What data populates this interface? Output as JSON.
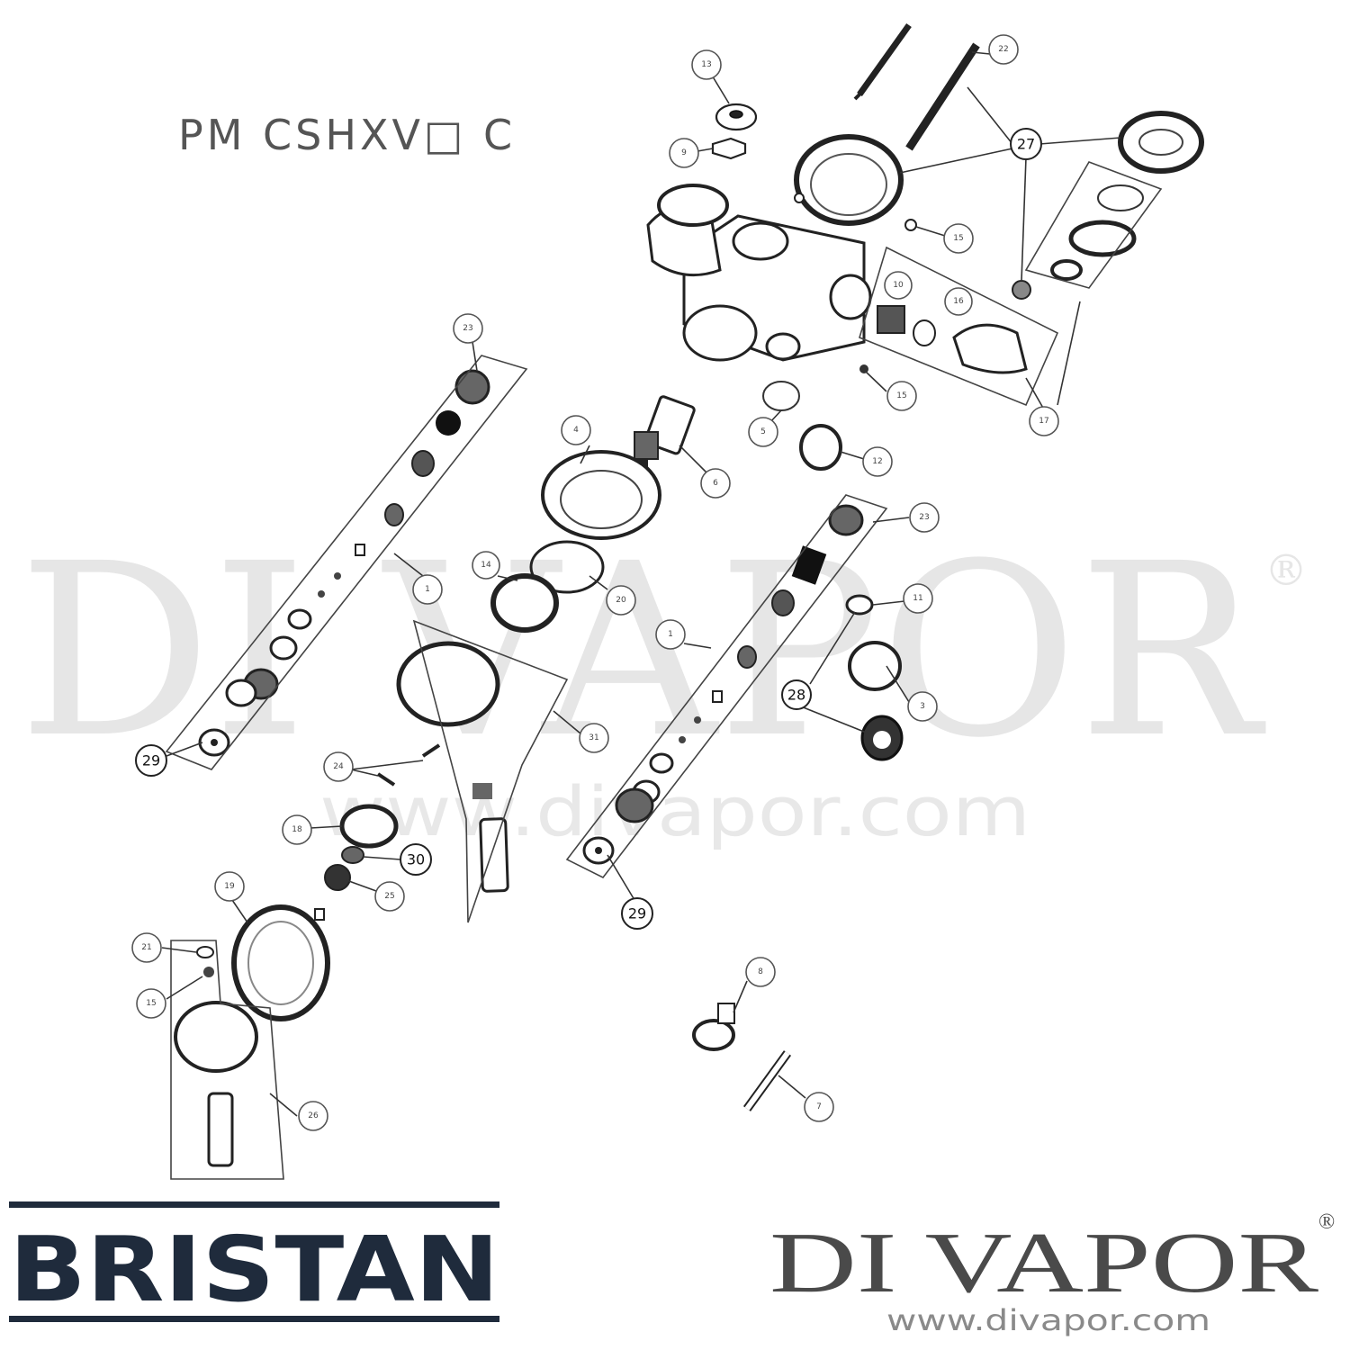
{
  "model_code": "PM CSHXV□ C",
  "brand_logo": "BRISTAN",
  "watermark": {
    "main": "DI VAPOR",
    "registered": "®",
    "url": "www.divapor.com"
  },
  "seller_logo": {
    "name": "DI VAPOR",
    "registered": "®",
    "url": "www.divapor.com"
  },
  "colors": {
    "brand_navy": "#1f2b3c",
    "seller_grey": "#4a4a4a",
    "watermark_grey": "#e6e6e6"
  },
  "callouts": {
    "c22": "22",
    "c13": "13",
    "c9": "9",
    "c27": "27",
    "c15a": "15",
    "c10": "10",
    "c16": "16",
    "c15b": "15",
    "c17": "17",
    "c23a": "23",
    "c4": "4",
    "c6": "6",
    "c5": "5",
    "c12": "12",
    "c23b": "23",
    "c14": "14",
    "c20": "20",
    "c1a": "1",
    "c11": "11",
    "c1b": "1",
    "c28": "28",
    "c3": "3",
    "c29a": "29",
    "c31": "31",
    "c24": "24",
    "c18": "18",
    "c30": "30",
    "c25": "25",
    "c29b": "29",
    "c19": "19",
    "c21": "21",
    "c15c": "15",
    "c8": "8",
    "c26": "26",
    "c7": "7"
  }
}
